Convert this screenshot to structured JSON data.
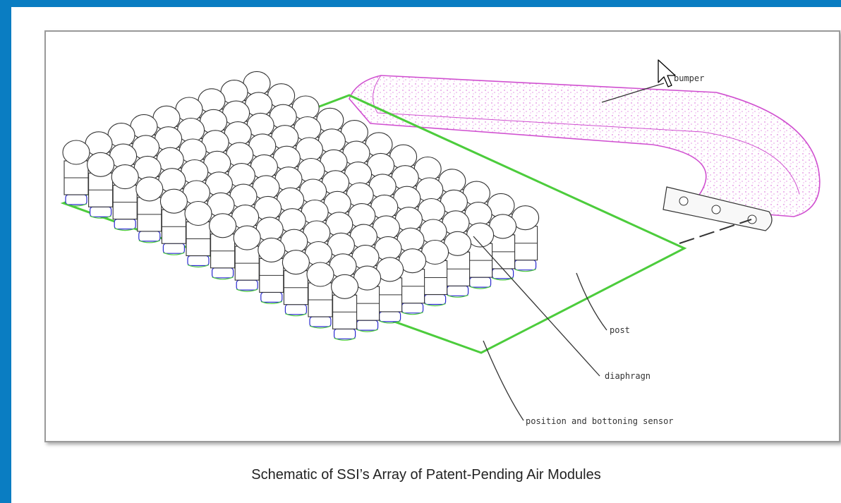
{
  "diagram": {
    "labels": {
      "bumper": "bumper",
      "post": "post",
      "diaphragm": "diaphragn",
      "sensor": "position and bottoning sensor"
    }
  },
  "caption": "Schematic of SSI’s Array of Patent-Pending Air Modules",
  "colors": {
    "background": "#0a7dc2",
    "bumper": "#d050d0",
    "sensor_plate": "#4ccc3c",
    "module_base": "#2a2ad0"
  },
  "icons": [
    "mouse-cursor-icon"
  ]
}
